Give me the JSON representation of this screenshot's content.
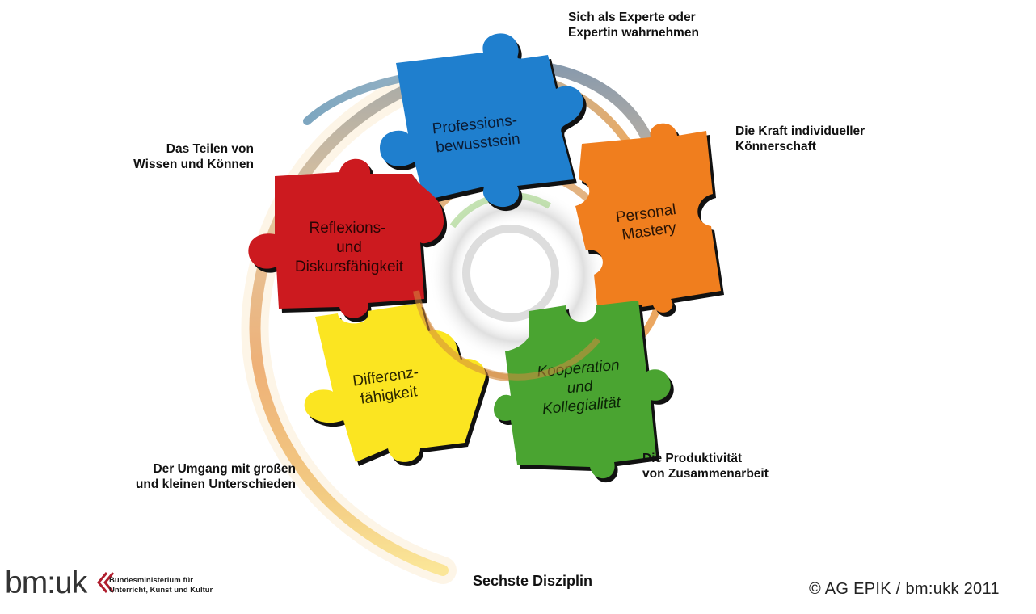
{
  "pieces": {
    "blue": {
      "line1": "Professions-",
      "line2": "bewusstsein",
      "color": "#1f7fce"
    },
    "orange": {
      "line1": "Personal",
      "line2": "Mastery",
      "color": "#f07e1e"
    },
    "red": {
      "line1": "Reflexions-",
      "line2": "und",
      "line3": "Diskursfähigkeit",
      "color": "#cc1a1f"
    },
    "yellow": {
      "line1": "Differenz-",
      "line2": "fähigkeit",
      "color": "#fbe521"
    },
    "green": {
      "line1": "Kooperation",
      "line2": "und",
      "line3": "Kollegialität",
      "color": "#4aa431"
    }
  },
  "captions": {
    "experte": {
      "line1": "Sich als Experte oder",
      "line2": "Expertin wahrnehmen"
    },
    "kraft": {
      "line1": "Die Kraft individueller",
      "line2": "Könnerschaft"
    },
    "teilen": {
      "line1": "Das Teilen von",
      "line2": "Wissen und Können"
    },
    "umgang": {
      "line1": "Der Umgang mit großen",
      "line2": "und kleinen Unterschieden"
    },
    "produktivitaet": {
      "line1": "Die Produktivität",
      "line2": "von Zusammenarbeit"
    }
  },
  "center_label": "Sechste Disziplin",
  "logo": {
    "mark": "bm:uk",
    "line1": "Bundesministerium für",
    "line2": "Unterricht, Kunst und Kultur"
  },
  "copyright": "© AG EPIK / bm:ukk 2011"
}
